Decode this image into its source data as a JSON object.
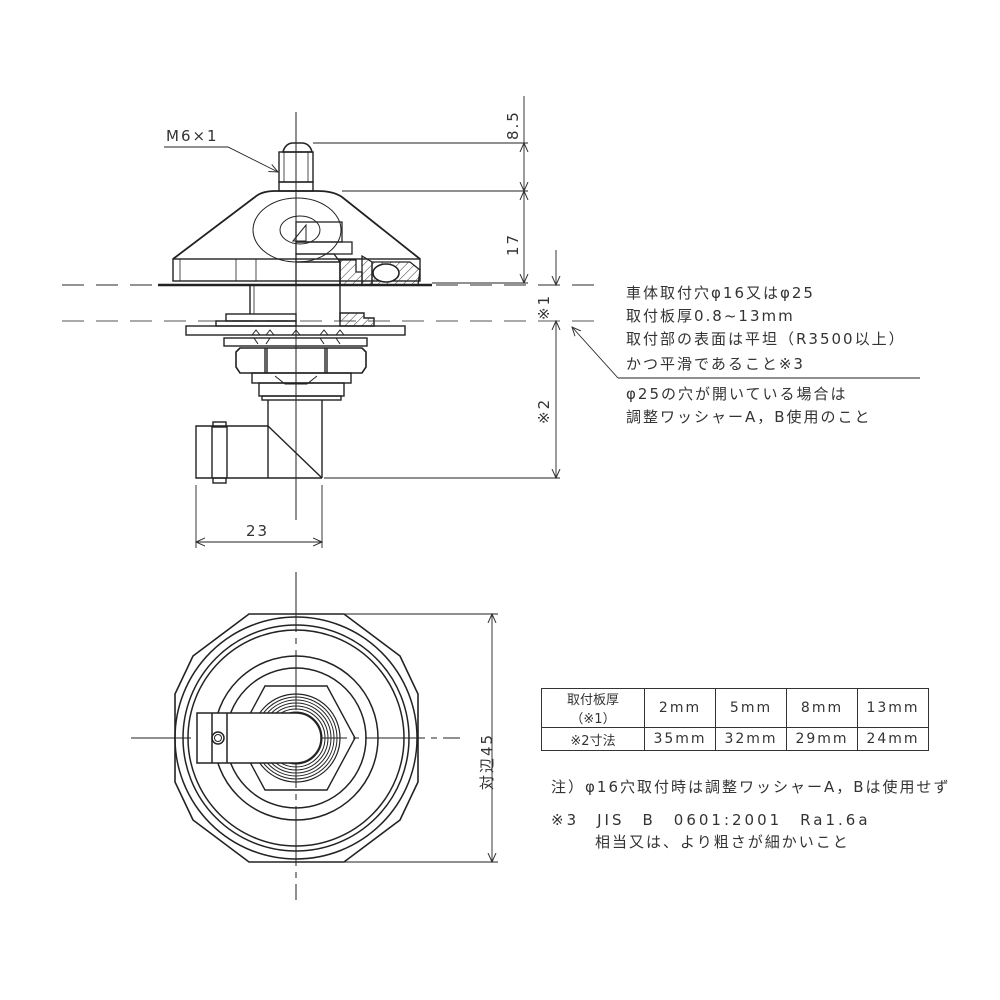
{
  "side_view": {
    "thread_label": "M6×1",
    "dim_top": "8.5",
    "dim_body": "17",
    "dim_note1": "※1",
    "dim_note2": "※2",
    "dim_width": "23"
  },
  "mounting_notes": {
    "lines_above": [
      "車体取付穴φ16又はφ25",
      "取付板厚0.8~13mm",
      "取付部の表面は平坦（R3500以上）",
      "かつ平滑であること※3"
    ],
    "lines_below": [
      "φ25の穴が開いている場合は",
      "調整ワッシャーA，B使用のこと"
    ]
  },
  "bottom_view": {
    "dim_across_flats": "対辺45"
  },
  "spec_table": {
    "header_row": {
      "label": "取付板厚（※1）",
      "values": [
        "2mm",
        "5mm",
        "8mm",
        "13mm"
      ]
    },
    "data_row": {
      "label": "※2寸法",
      "values": [
        "35mm",
        "32mm",
        "29mm",
        "24mm"
      ]
    }
  },
  "footnotes": {
    "note": "注）φ16穴取付時は調整ワッシャーA，Bは使用せず",
    "ref3_line1": "※3　JIS　B　0601:2001　Ra1.6a",
    "ref3_line2": "相当又は、より粗さが細かいこと"
  }
}
